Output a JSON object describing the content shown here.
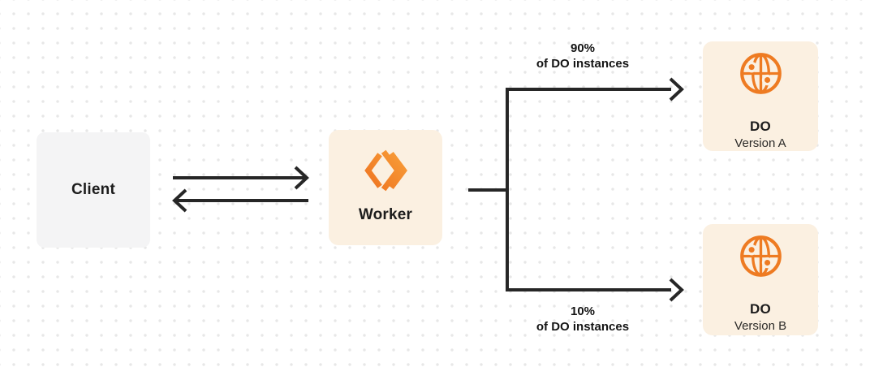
{
  "diagram": {
    "description": "Worker routing traffic between two Durable Object versions"
  },
  "colors": {
    "accent_orange": "#EE7B22",
    "logo_gradient_start": "#ED6D1D",
    "logo_gradient_end": "#F9A43C",
    "panel_cream": "#FBF0E1",
    "panel_gray": "#F4F4F5",
    "arrow": "#262626",
    "text": "#1C1C1C",
    "dot_grid": "#E7E7E7",
    "canvas_bg": "#FFFFFF"
  },
  "icons": {
    "worker": "workers-logo-icon",
    "durable_object": "globe-icon"
  },
  "nodes": {
    "client": {
      "label": "Client"
    },
    "worker": {
      "label": "Worker"
    },
    "do_a": {
      "title": "DO",
      "subtitle": "Version A"
    },
    "do_b": {
      "title": "DO",
      "subtitle": "Version B"
    }
  },
  "edges": {
    "client_worker": {
      "type": "bidirectional-arrows"
    },
    "worker_to_do_a": {
      "percent": "90%",
      "caption": "of DO instances"
    },
    "worker_to_do_b": {
      "percent": "10%",
      "caption": "of DO instances"
    }
  }
}
